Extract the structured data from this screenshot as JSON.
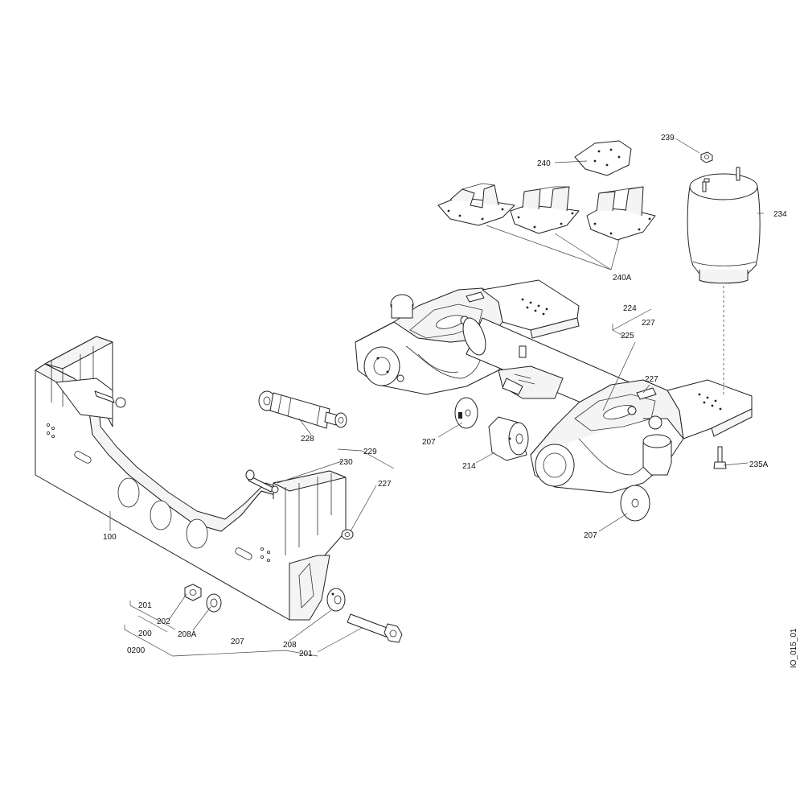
{
  "drawing": {
    "code": "IO_015_01",
    "callouts": {
      "c100": "100",
      "c0200": "0200",
      "c200": "200",
      "c201a": "201",
      "c201b": "201",
      "c202": "202",
      "c207a": "207",
      "c207b": "207",
      "c207c": "207",
      "c208": "208",
      "c208A": "208A",
      "c214": "214",
      "c224": "224",
      "c225": "225",
      "c227a": "227",
      "c227b": "227",
      "c227c": "227",
      "c228": "228",
      "c229": "229",
      "c230": "230",
      "c234": "234",
      "c235A": "235A",
      "c239": "239",
      "c240": "240",
      "c240A": "240A"
    }
  }
}
